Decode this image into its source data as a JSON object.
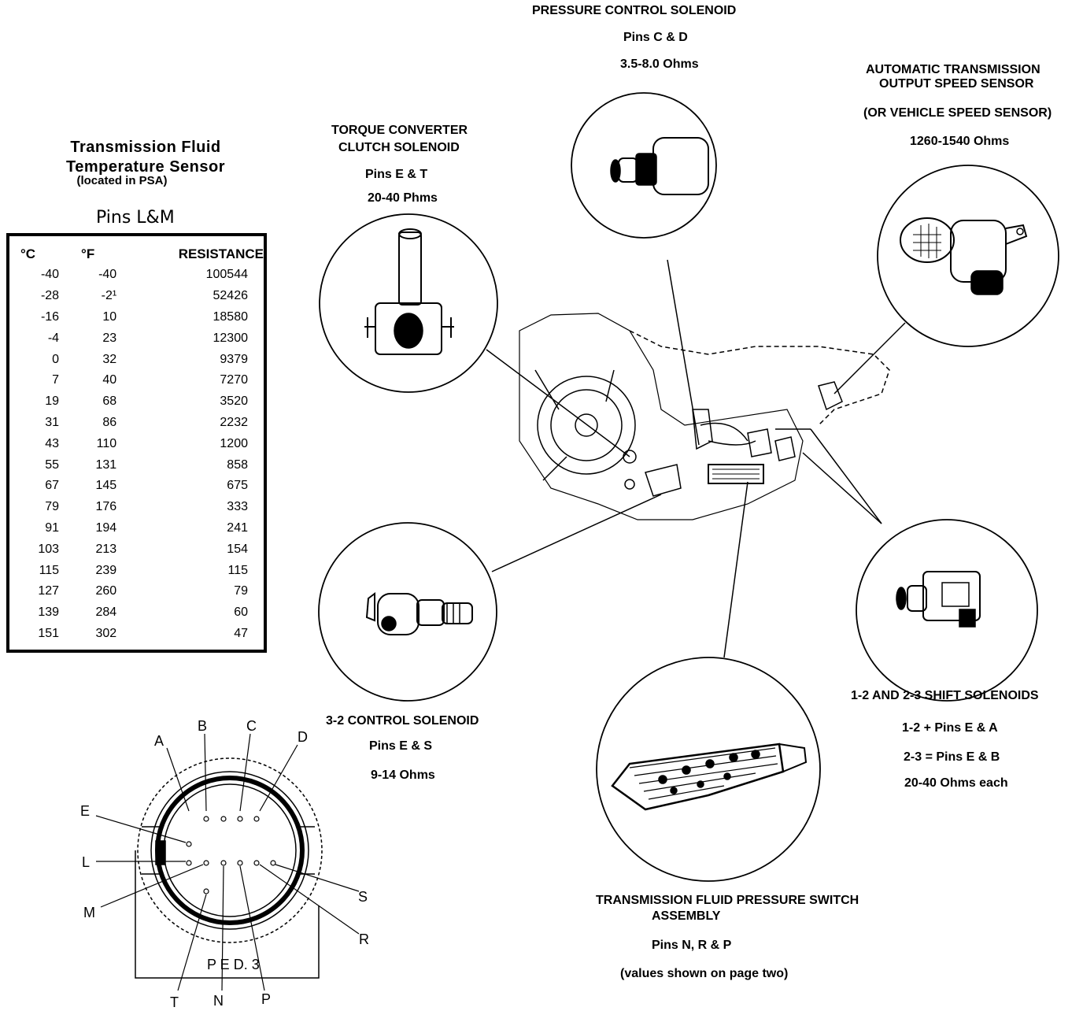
{
  "sensor": {
    "title_line1": "Transmission Fluid",
    "title_line2": "Temperature Sensor",
    "location": "(located in PSA)",
    "pins": "Pins L&M"
  },
  "table": {
    "headers": [
      "°C",
      "°F",
      "RESISTANCE"
    ],
    "rows": [
      [
        "-40",
        "-40",
        "100544"
      ],
      [
        "-28",
        "-2¹",
        "52426"
      ],
      [
        "-16",
        "10",
        "18580"
      ],
      [
        "-4",
        "23",
        "12300"
      ],
      [
        "0",
        "32",
        "9379"
      ],
      [
        "7",
        "40",
        "7270"
      ],
      [
        "19",
        "68",
        "3520"
      ],
      [
        "31",
        "86",
        "2232"
      ],
      [
        "43",
        "110",
        "1200"
      ],
      [
        "55",
        "131",
        "858"
      ],
      [
        "67",
        "145",
        "675"
      ],
      [
        "79",
        "176",
        "333"
      ],
      [
        "91",
        "194",
        "241"
      ],
      [
        "103",
        "213",
        "154"
      ],
      [
        "115",
        "239",
        "115"
      ],
      [
        "127",
        "260",
        "79"
      ],
      [
        "139",
        "284",
        "60"
      ],
      [
        "151",
        "302",
        "47"
      ]
    ]
  },
  "components": {
    "pcs": {
      "name": "PRESSURE CONTROL  SOLENOID",
      "pins": "Pins C & D",
      "ohms": "3.5-8.0 Ohms"
    },
    "tcc": {
      "name1": "TORQUE CONVERTER",
      "name2": "CLUTCH SOLENOID",
      "pins": "Pins E & T",
      "ohms": "20-40 Phms"
    },
    "oss": {
      "name1": "AUTOMATIC TRANSMISSION",
      "name2": "OUTPUT SPEED SENSOR",
      "alt": "(OR VEHICLE SPEED SENSOR)",
      "ohms": "1260-1540 Ohms"
    },
    "c32": {
      "name": "3-2 CONTROL SOLENOID",
      "pins": "Pins E & S",
      "ohms": "9-14 Ohms"
    },
    "shift": {
      "name": "1-2 AND 2-3 SHIFT SOLENOIDS",
      "pins12": "1-2 + Pins E & A",
      "pins23": "2-3 = Pins E & B",
      "ohms": "20-40 Ohms each"
    },
    "tfp": {
      "name1": "TRANSMISSION FLUID PRESSURE SWITCH",
      "name2": "ASSEMBLY",
      "pins": "Pins N, R & P",
      "note": "(values shown on page two)"
    }
  },
  "connector": {
    "label": "P E D. 3",
    "pins": [
      "A",
      "B",
      "C",
      "D",
      "E",
      "L",
      "M",
      "S",
      "R",
      "T",
      "N",
      "P"
    ]
  }
}
